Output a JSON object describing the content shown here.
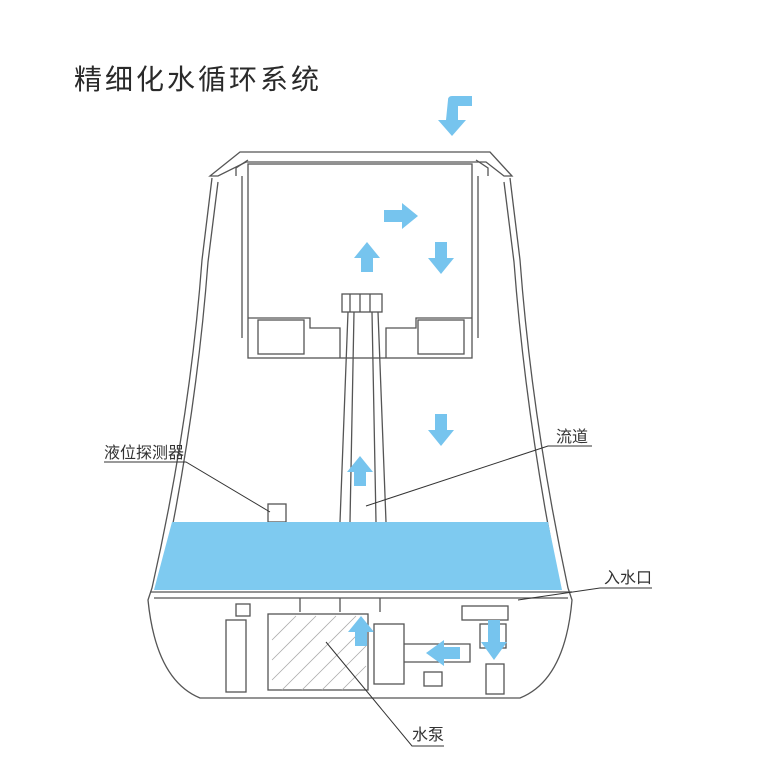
{
  "title": "精细化水循环系统",
  "labels": {
    "level_sensor": "液位探测器",
    "channel": "流道",
    "inlet": "入水口",
    "pump": "水泵"
  },
  "colors": {
    "water": "#7ecaf0",
    "arrow": "#76c4ee",
    "line": "#555555"
  },
  "arrows": [
    {
      "id": "top-inlet",
      "dir": "down"
    },
    {
      "id": "tank-right",
      "dir": "right"
    },
    {
      "id": "tank-up",
      "dir": "up"
    },
    {
      "id": "tank-down",
      "dir": "down"
    },
    {
      "id": "mid-down",
      "dir": "down"
    },
    {
      "id": "column-up",
      "dir": "up"
    },
    {
      "id": "pump-up",
      "dir": "up"
    },
    {
      "id": "inlet-down",
      "dir": "down"
    },
    {
      "id": "base-left",
      "dir": "left"
    }
  ]
}
